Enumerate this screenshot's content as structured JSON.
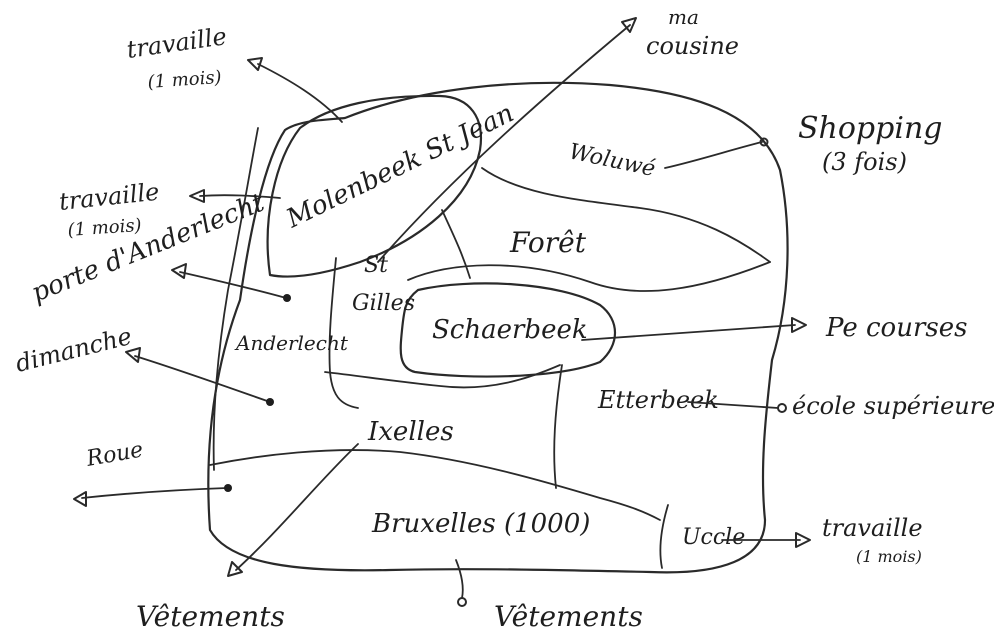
{
  "districts": {
    "molenbeek": "Molenbeek St Jean",
    "st_gilles_1": "St",
    "st_gilles_2": "Gilles",
    "foret": "Forêt",
    "woluwe": "Woluwé",
    "anderlecht": "Anderlecht",
    "schaerbeek": "Schaerbeek",
    "etterbeek": "Etterbeek",
    "ixelles": "Ixelles",
    "bruxelles": "Bruxelles (1000)",
    "uccle": "Uccle"
  },
  "annotations": {
    "travaille_top_1": "travaille",
    "travaille_top_2": "(1 mois)",
    "ma_cousine_1": "ma",
    "ma_cousine_2": "cousine",
    "shopping_1": "Shopping",
    "shopping_2": "(3 fois)",
    "travaille_left_1": "travaille",
    "travaille_left_2": "(1 mois)",
    "porte_anderlecht": "porte d'Anderlecht",
    "dimanche": "dimanche",
    "roue": "Roue",
    "petites_courses": "Pe courses",
    "ecole_superieure": "école supérieure",
    "travaille_right_1": "travaille",
    "travaille_right_2": "(1 mois)",
    "vetements_left": "Vêtements",
    "vetements_bottom": "Vêtements"
  }
}
